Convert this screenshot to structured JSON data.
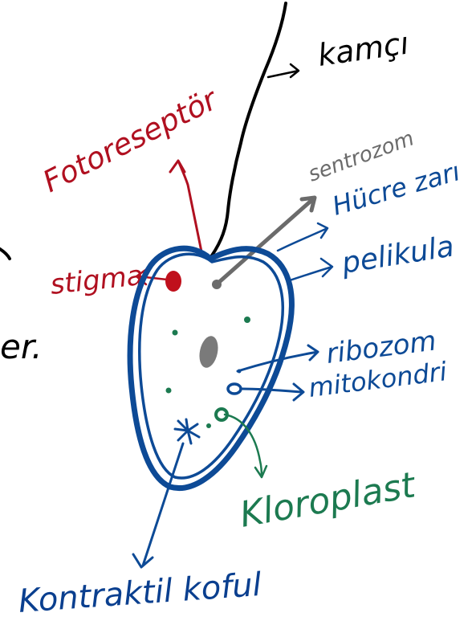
{
  "labels": {
    "flagellum": "kamçı",
    "photoreceptor": "Fotoreseptör",
    "centrosome": "sentrozom",
    "cell_membrane": "Hücre zarı",
    "pellicle": "pelikula",
    "stigma": "stigma",
    "ribosome": "ribozom",
    "mitochondria": "mitokondri",
    "chloroplast": "Kloroplast",
    "contractile_vacuole": "Kontraktil koful",
    "edge_fragment": "er."
  },
  "colors": {
    "ink_black": "#000000",
    "ink_red": "#b01020",
    "ink_blue": "#0d4a96",
    "ink_dark_blue": "#0a3f8f",
    "ink_green": "#1c7a50",
    "ink_gray": "#6b6b6b",
    "stigma_fill": "#c0101c",
    "nucleus_fill": "#7a7a7a"
  }
}
